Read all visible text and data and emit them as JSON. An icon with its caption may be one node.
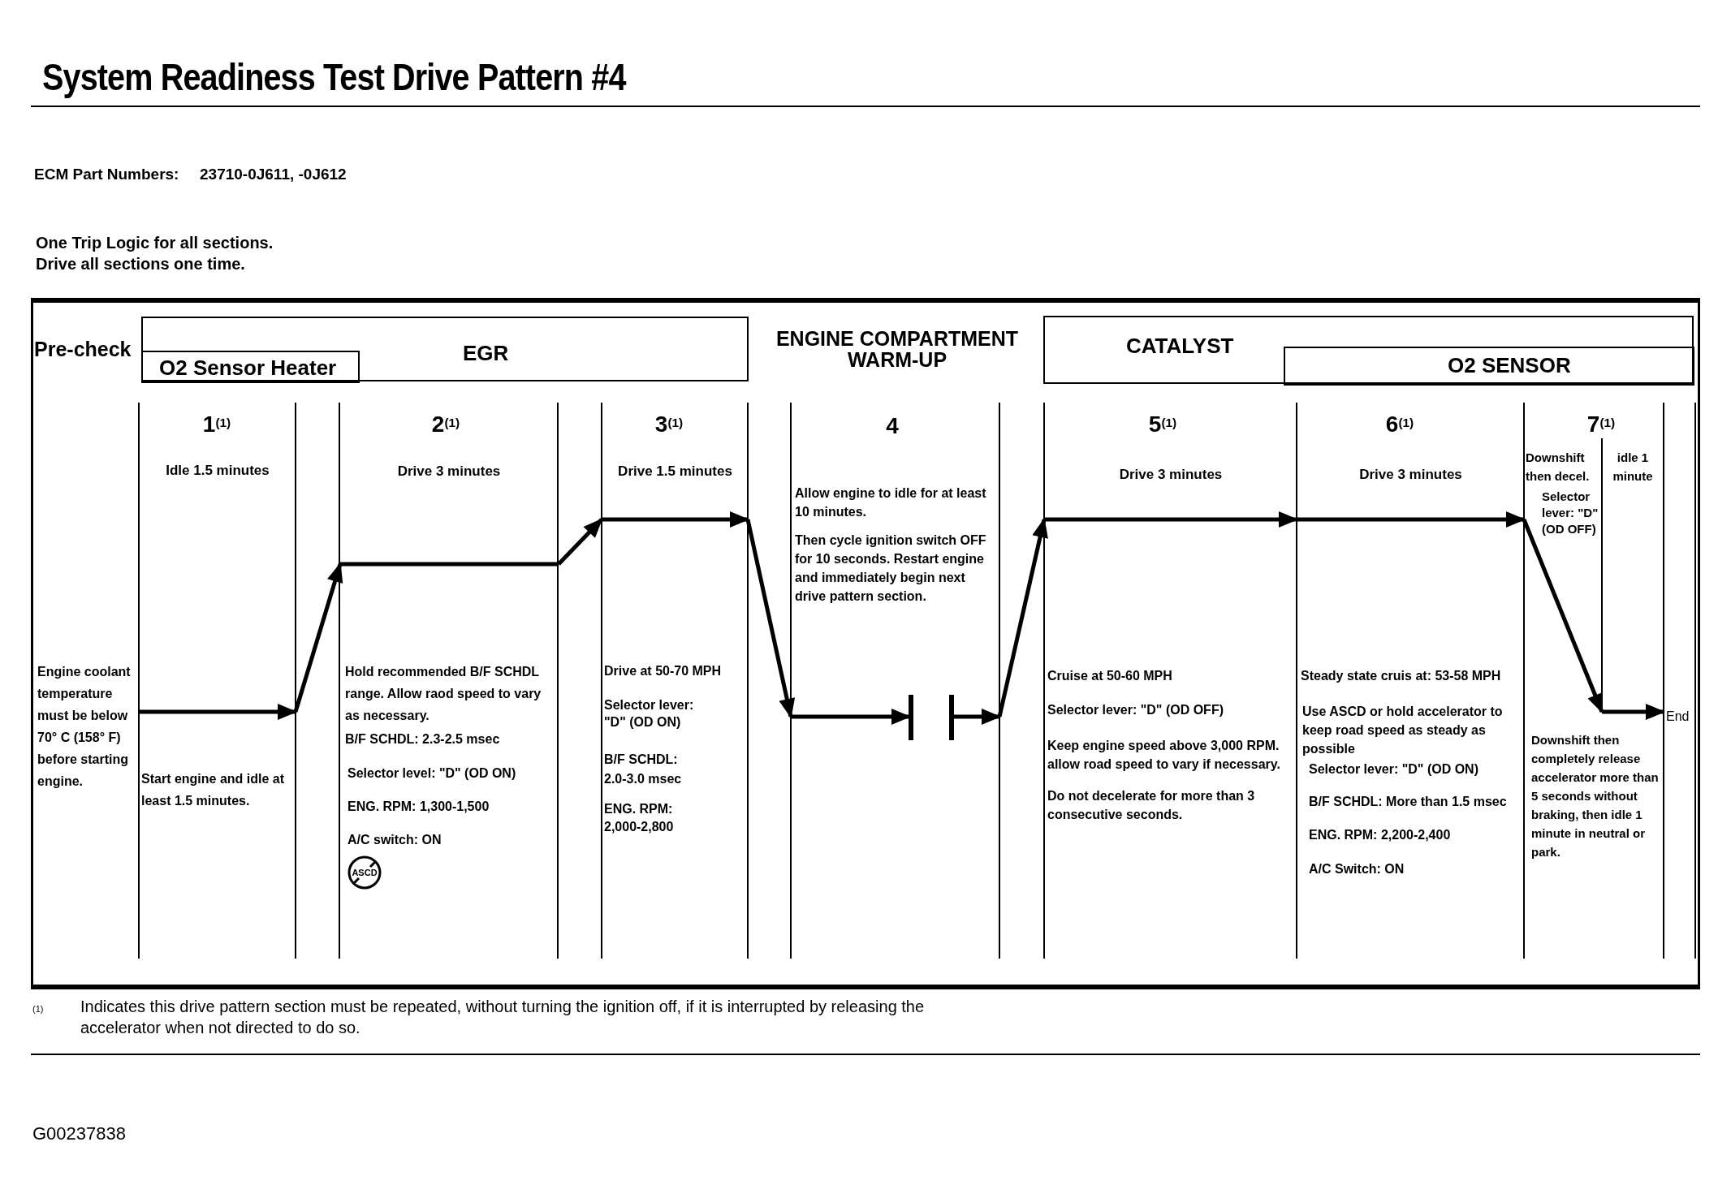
{
  "diagram": {
    "title": "System Readiness Test Drive Pattern #4",
    "nodes": [
      {
        "text": [
          "EGR"
        ]
      },
      {
        "text": [
          "O2 Sensor Heater"
        ],
        "in": 0
      },
      {
        "text": [
          "CATALYST"
        ]
      },
      {
        "text": [
          "O2 SENSOR"
        ],
        "in": 2
      }
    ],
    "labels": [
      "ECM Part Numbers:",
      "23710-0J611, -0J612",
      "One Trip Logic for all sections.",
      "Drive all sections one time.",
      "Pre-check",
      "ENGINE COMPARTMENT WARM-UP",
      "1$^{(1)}$",
      "2$^{(1)}$",
      "3$^{(1)}$",
      "4",
      "5$^{(1)}$",
      "6$^{(1)}$",
      "7$^{(1)}$",
      "Idle 1.5 minutes",
      "Drive 3 minutes",
      "Drive 1.5 minutes",
      "Drive 3 minutes",
      "Drive 3 minutes",
      "Downshift then decel.",
      "idle 1 minute",
      "Selector lever: \"D\" (OD OFF)",
      "Allow engine to idle for at least 10 minutes.",
      "Then cycle ignition switch OFF for 10 seconds. Restart engine and immediately begin next drive pattern section.",
      "Engine coolant temperature must be below 70° C (158° F) before starting engine.",
      "Start engine and idle at least 1.5 minutes.",
      "Hold recommended B/F SCHDL range. Allow raod speed to vary as necessary.",
      "B/F SCHDL: 2.3-2.5 msec",
      "Selector level: \"D\" (OD ON)",
      "ENG. RPM: 1,300-1,500",
      "A/C switch: ON",
      "ASCD",
      "Drive at 50-70 MPH",
      "Selector lever: \"D\" (OD ON)",
      "B/F SCHDL: 2.0-3.0 msec",
      "ENG. RPM: 2,000-2,800",
      "Cruise at 50-60 MPH",
      "Selector lever: \"D\" (OD OFF)",
      "Keep engine speed above 3,000 RPM. allow road speed to vary if necessary.",
      "Do not decelerate for more than 3 consecutive seconds.",
      "Steady state cruis at: 53-58 MPH",
      "Use ASCD or hold accelerator to keep road speed as steady as possible",
      "Selector lever: \"D\" (OD ON)",
      "B/F SCHDL: More than 1.5 msec",
      "ENG. RPM: 2,200-2,400",
      "A/C Switch: ON",
      "Downshift then completely release accelerator more than 5 seconds without braking, then idle 1 minute in neutral or park.",
      "End",
      "(1)",
      "Indicates this drive pattern section must be repeated, without turning the ignition off, if it is interrupted by releasing the accelerator when not directed to do so.",
      "G00237838"
    ]
  }
}
